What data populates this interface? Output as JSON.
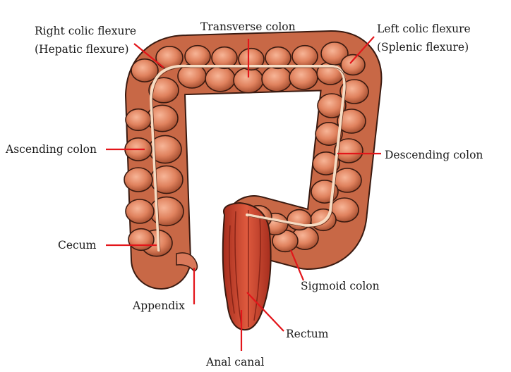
{
  "labels": {
    "right_colic_flexure": "Right colic flexure",
    "hepatic_flexure": "(Hepatic flexure)",
    "transverse_colon": "Transverse colon",
    "left_colic_flexure": "Left colic flexure",
    "splenic_flexure": "(Splenic flexure)",
    "ascending_colon": "Ascending colon",
    "descending_colon": "Descending colon",
    "cecum": "Cecum",
    "appendix": "Appendix",
    "sigmoid_colon": "Sigmoid colon",
    "rectum": "Rectum",
    "anal_canal": "Anal canal"
  },
  "colors": {
    "colon_fill": "#e0825e",
    "colon_dark": "#a04a2c",
    "colon_light": "#f4b293",
    "outline": "#3a1a10",
    "rectum_fill": "#c9452f",
    "leader_line": "#e3151a",
    "tenia": "#f6dcc3"
  }
}
